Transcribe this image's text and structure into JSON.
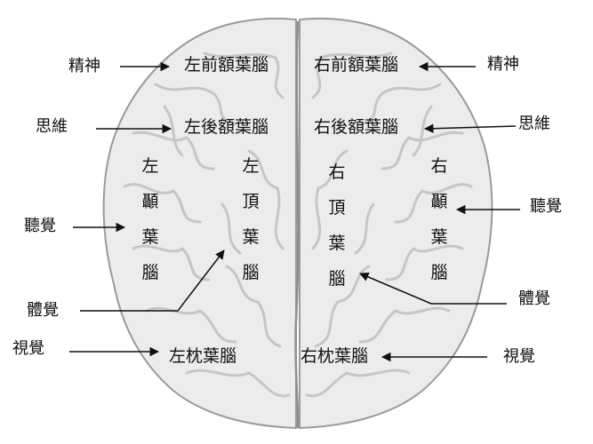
{
  "regions": {
    "left_frontal": "左前額葉腦",
    "right_frontal": "右前額葉腦",
    "left_rear_frontal": "左後額葉腦",
    "right_rear_frontal": "右後額葉腦",
    "left_temporal": [
      "左",
      "顳",
      "葉",
      "腦"
    ],
    "left_parietal": [
      "左",
      "頂",
      "葉",
      "腦"
    ],
    "right_parietal": [
      "右",
      "頂",
      "葉",
      "腦"
    ],
    "right_temporal": [
      "右",
      "顳",
      "葉",
      "腦"
    ],
    "left_occipital": "左枕葉腦",
    "right_occipital": "右枕葉腦"
  },
  "functions": {
    "spirit_left": "精神",
    "spirit_right": "精神",
    "thinking_left": "思維",
    "thinking_right": "思維",
    "hearing_left": "聽覺",
    "hearing_right": "聽覺",
    "body_left": "體覺",
    "body_right": "體覺",
    "vision_left": "視覺",
    "vision_right": "視覺"
  },
  "colors": {
    "brain_fill": "#ececec",
    "gyri_stroke": "#c9c9c9",
    "outline": "#9a9a9a",
    "arrow": "#111111"
  }
}
